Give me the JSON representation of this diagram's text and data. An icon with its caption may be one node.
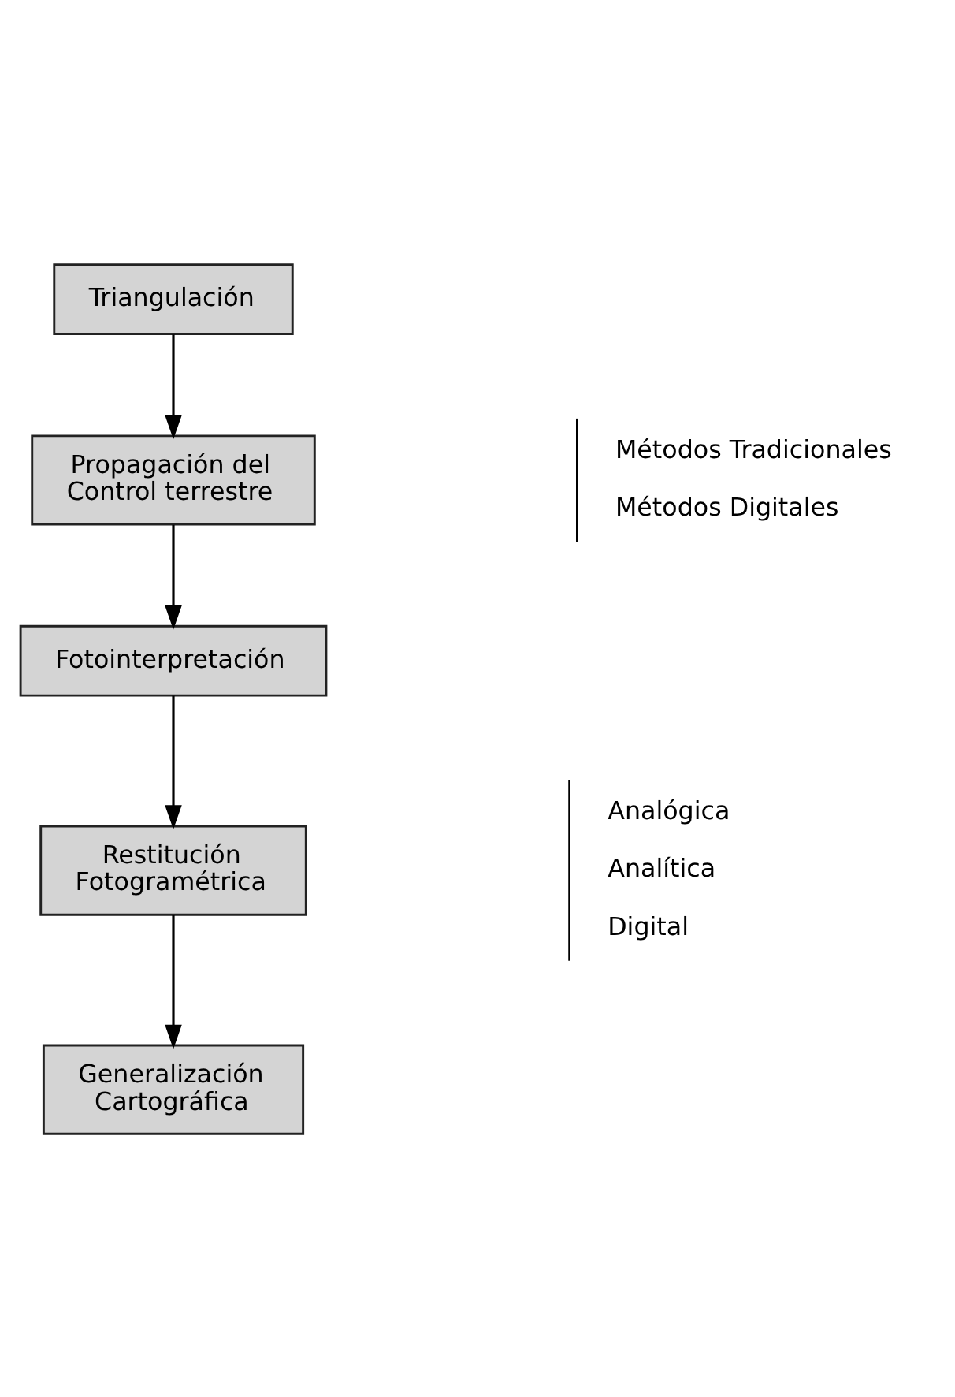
{
  "diagram": {
    "nodes": [
      {
        "text": [
          "Triangulación"
        ]
      },
      {
        "text": [
          "Propagación del Control terrestre"
        ],
        "beside": [
          "Métodos Tradicionales",
          "Métodos Digitales"
        ]
      },
      {
        "text": [
          "Fotointerpretación"
        ]
      },
      {
        "text": [
          "Restitución Fotogramétrica"
        ],
        "beside": [
          "Analógica",
          "Analítica",
          "Digital"
        ]
      },
      {
        "text": [
          "Generalización Cartográfica"
        ]
      }
    ],
    "edges": [
      {
        "from": 0,
        "to": 1,
        "arrow": "to"
      },
      {
        "from": 1,
        "to": 2,
        "arrow": "to"
      },
      {
        "from": 2,
        "to": 3,
        "arrow": "to"
      },
      {
        "from": 3,
        "to": 4,
        "arrow": "to"
      }
    ]
  }
}
